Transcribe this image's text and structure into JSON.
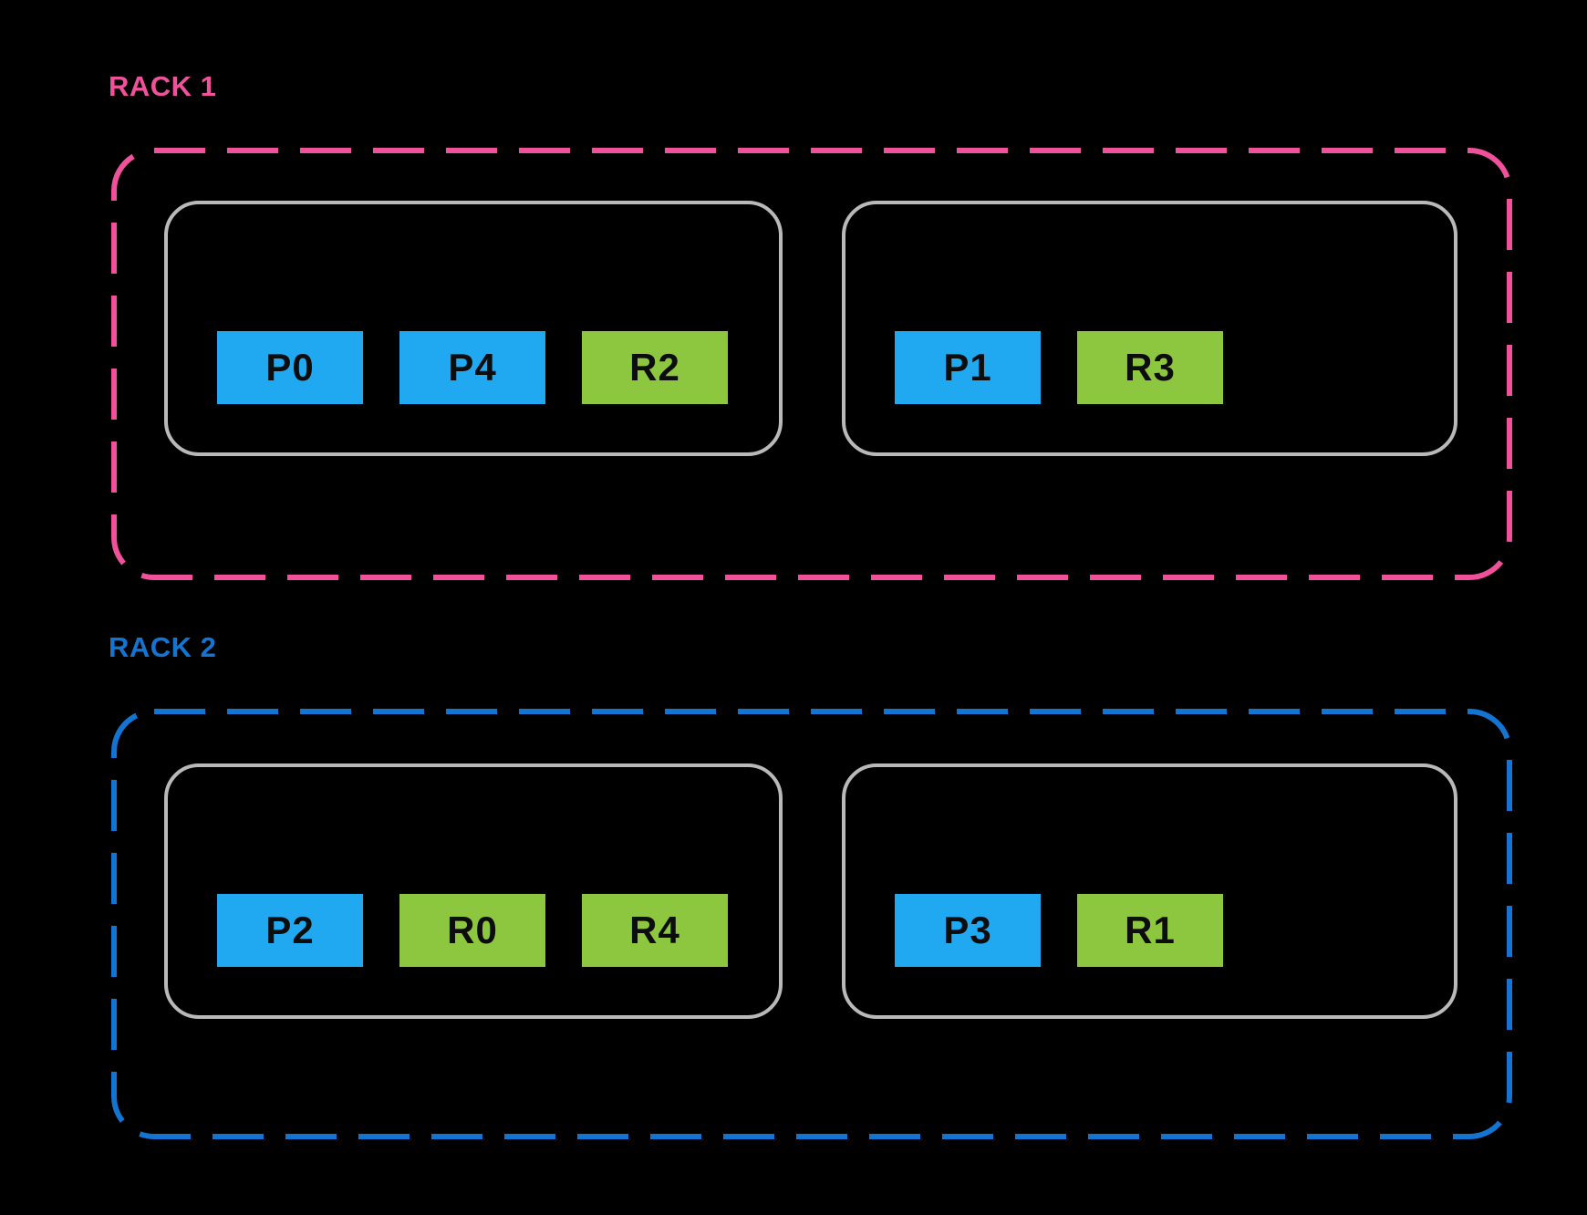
{
  "colors": {
    "background": "#000000",
    "pool_chip_blue": "#20A8F0",
    "replica_chip_green": "#8DC63F",
    "rack1_accent_pink": "#F0519B",
    "rack2_accent_blue": "#1375D1",
    "node_border_gray": "#B9B9B9",
    "chip_text": "#0D0D0D"
  },
  "racks": [
    {
      "label": "RACK 1",
      "accent": "#F0519B",
      "nodes": [
        {
          "chips": [
            {
              "label": "P0",
              "type": "P"
            },
            {
              "label": "P4",
              "type": "P"
            },
            {
              "label": "R2",
              "type": "R"
            }
          ]
        },
        {
          "chips": [
            {
              "label": "P1",
              "type": "P"
            },
            {
              "label": "R3",
              "type": "R"
            }
          ]
        }
      ]
    },
    {
      "label": "RACK 2",
      "accent": "#1375D1",
      "nodes": [
        {
          "chips": [
            {
              "label": "P2",
              "type": "P"
            },
            {
              "label": "R0",
              "type": "R"
            },
            {
              "label": "R4",
              "type": "R"
            }
          ]
        },
        {
          "chips": [
            {
              "label": "P3",
              "type": "P"
            },
            {
              "label": "R1",
              "type": "R"
            }
          ]
        }
      ]
    }
  ]
}
